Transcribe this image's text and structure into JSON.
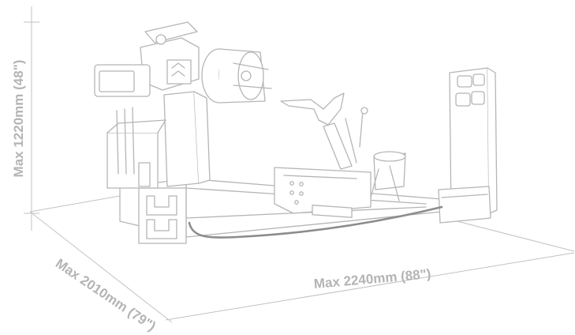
{
  "dimensions": {
    "height_label": "Max 1220mm (48\")",
    "depth_label": "Max 2010mm (79\")",
    "width_label": "Max 2240mm (88\")"
  },
  "colors": {
    "line": "#b9b9b9",
    "label": "#b4b4b4",
    "hose": "#8c8c8c",
    "background": "#ffffff"
  },
  "illustration": {
    "subject": "truck-tyre-changer-machine",
    "icon": "machine-line-drawing"
  }
}
